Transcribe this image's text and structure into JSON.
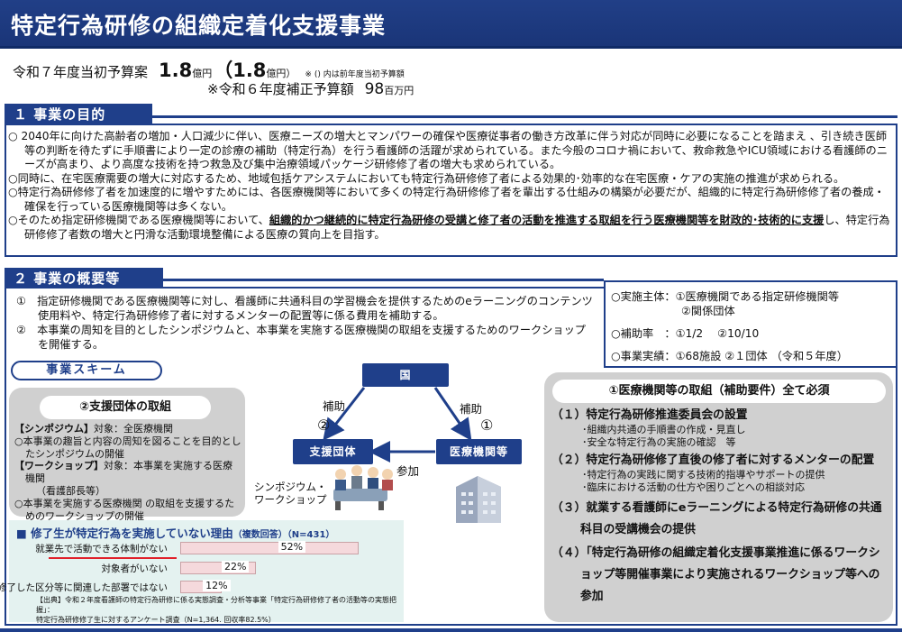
{
  "title": "特定行為研修の組織定着化支援事業",
  "budget": {
    "label": "令和７年度当初予算案",
    "amount": "1.8",
    "unit": "億円",
    "prev_open": "（",
    "prev_amount": "1.8",
    "prev_unit": "億円）",
    "note": "※ () 内は前年度当初予算額",
    "supp_label": "※令和６年度補正予算額",
    "supp_amount": "98",
    "supp_unit": "百万円"
  },
  "section1": {
    "heading": "１ 事業の目的",
    "p1": "○ 2040年に向けた高齢者の増加・人口減少に伴い、医療ニーズの増大とマンパワーの確保や医療従事者の働き方改革に伴う対応が同時に必要になることを踏まえ 、引き続き医師等の判断を待たずに手順書により一定の診療の補助（特定行為）を行う看護師の活躍が求められている。また今般のコロナ禍において、救命救急やICU領域における看護師のニーズが高まり、より高度な技術を持つ救急及び集中治療領域パッケージ研修修了者の増大も求められている。",
    "p2": "○同時に、在宅医療需要の増大に対応するため、地域包括ケアシステムにおいても特定行為研修修了者による効果的･効率的な在宅医療・ケアの実施の推進が求められる。",
    "p3": "○特定行為研修修了者を加速度的に増やすためには、各医療機関等において多くの特定行為研修修了者を輩出する仕組みの構築が必要だが、組織的に特定行為研修修了者の養成・確保を行っている医療機関等は多くない。",
    "p4_pre": "○そのため指定研修機関である医療機関等において、",
    "p4_bold": "組織的かつ継続的に特定行為研修の受講と修了者の活動を推進する取組を行う医療機関等を財政的･技術的に支援",
    "p4_post": "し、特定行為研修修了者数の増大と円滑な活動環境整備による医療の質向上を目指す。"
  },
  "section2": {
    "heading": "２ 事業の概要等",
    "item1": "①　指定研修機関である医療機関等に対し、看護師に共通科目の学習機会を提供するためのeラーニングのコンテンツ使用料や、特定行為研修修了者に対するメンターの配置等に係る費用を補助する。",
    "item2": "②　本事業の周知を目的としたシンポジウムと、本事業を実施する医療機関の取組を支援するためのワークショップを開催する。"
  },
  "info": {
    "r1a": "○実施主体：①医療機関である指定研修機関等",
    "r1b": "②関係団体",
    "r2": "○補助率　：①1/2　 ②10/10",
    "r3": "○事業実績：①68施設 ②１団体 （令和５年度）"
  },
  "scheme": {
    "label": "事業スキーム",
    "node_country": "国",
    "node_support": "支援団体",
    "node_medical": "医療機関等",
    "subsidy_left": "補助",
    "subsidy_right": "補助",
    "circle_left": "②",
    "circle_right": "①",
    "participate": "参加",
    "sym1": "シンポジウム・",
    "sym2": "ワークショップ"
  },
  "support": {
    "heading": "②支援団体の取組",
    "l1b": "【シンポジウム】",
    "l1": "対象：全医療機関",
    "l2": "○本事業の趣旨と内容の周知を図ることを目的としたシンポジウムの開催",
    "l3b": "【ワークショップ】",
    "l3": "対象：本事業を実施する医療機関",
    "l3i": "（看護部長等）",
    "l4": "○本事業を実施する医療機関 の取組を支援するためのワークショップの開催"
  },
  "medical": {
    "heading": "①医療機関等の取組（補助要件）全て必須",
    "i1": "（１）特定行為研修推進委員会の設置",
    "i1a": "･組織内共通の手順書の作成・見直し",
    "i1b": "･安全な特定行為の実施の確認　等",
    "i2": "（２）特定行為研修修了直後の修了者に対するメンターの配置",
    "i2a": "･特定行為の実践に関する技術的指導やサポートの提供",
    "i2b": "･臨床における活動の仕方や困りごとへの相談対応",
    "i3": "（３）就業する看護師にeラーニングによる特定行為研修の共通科目の受講機会の提供",
    "i4": "（４）「特定行為研修の組織定着化支援事業推進に係るワークショップ等開催事業により実施されるワークショップ等への参加"
  },
  "survey": {
    "title": "■ 修了生が特定行為を実施していない理由",
    "sub": "（複数回答）（N=431）",
    "rows": [
      {
        "label": "就業先で活動できる体制がない",
        "pct": "52%",
        "value": 52
      },
      {
        "label": "対象者がいない",
        "pct": "22%",
        "value": 22
      },
      {
        "label": "修了した区分等に関連した部署ではない",
        "pct": "12%",
        "value": 12
      }
    ],
    "source1": "【出典】令和２年度看護師の特定行為研修に係る実態調査・分析等事業「特定行為研修修了者の活動等の実態把握」：",
    "source2": "特定行為研修修了生に対するアンケート調査（N=1,364. 回収率82.5%）"
  }
}
